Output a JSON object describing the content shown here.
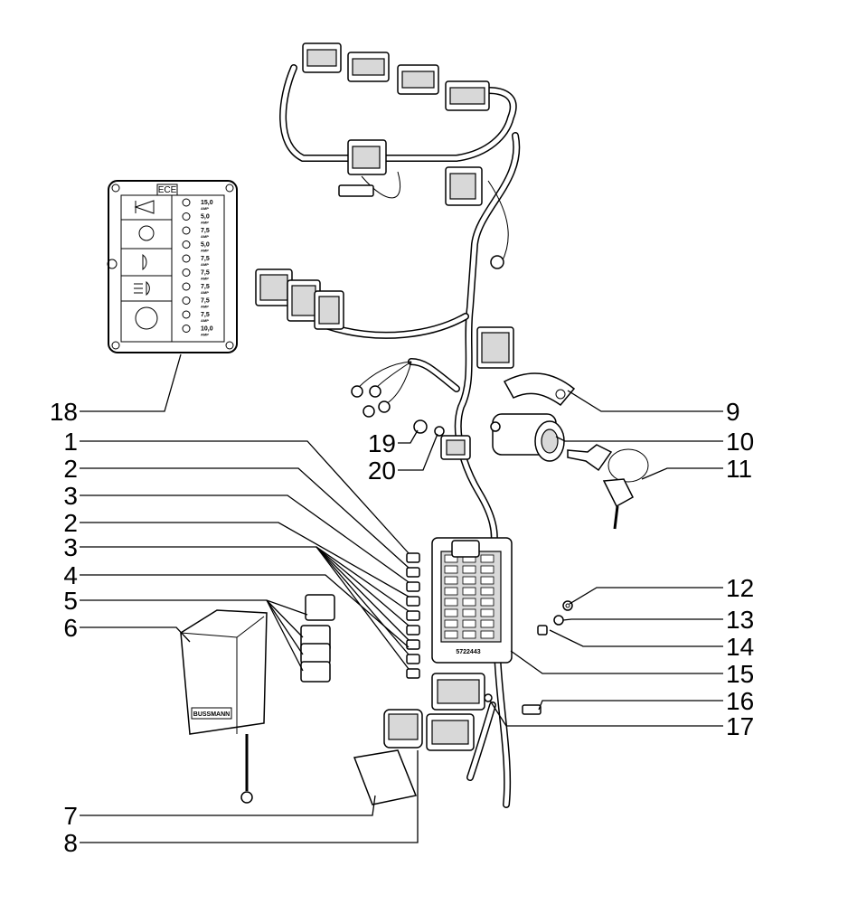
{
  "callouts": {
    "c1": "1",
    "c2a": "2",
    "c3a": "3",
    "c2b": "2",
    "c3b": "3",
    "c4": "4",
    "c5": "5",
    "c6": "6",
    "c7": "7",
    "c8": "8",
    "c9": "9",
    "c10": "10",
    "c11": "11",
    "c12": "12",
    "c13": "13",
    "c14": "14",
    "c15": "15",
    "c16": "16",
    "c17": "17",
    "c18": "18",
    "c19": "19",
    "c20": "20"
  },
  "fuse_chart": {
    "title": "ECE",
    "ratings": [
      "15,0",
      "5,0",
      "7,5",
      "5,0",
      "7,5",
      "7,5",
      "7,5",
      "7,5",
      "7,5",
      "10,0"
    ],
    "unit": "AMP"
  },
  "control_box": {
    "brand": "BUSSMANN"
  },
  "fusebox": {
    "code": "5722443"
  },
  "colors": {
    "line": "#000000",
    "fill": "#ffffff",
    "shade": "#d8d8d8"
  }
}
